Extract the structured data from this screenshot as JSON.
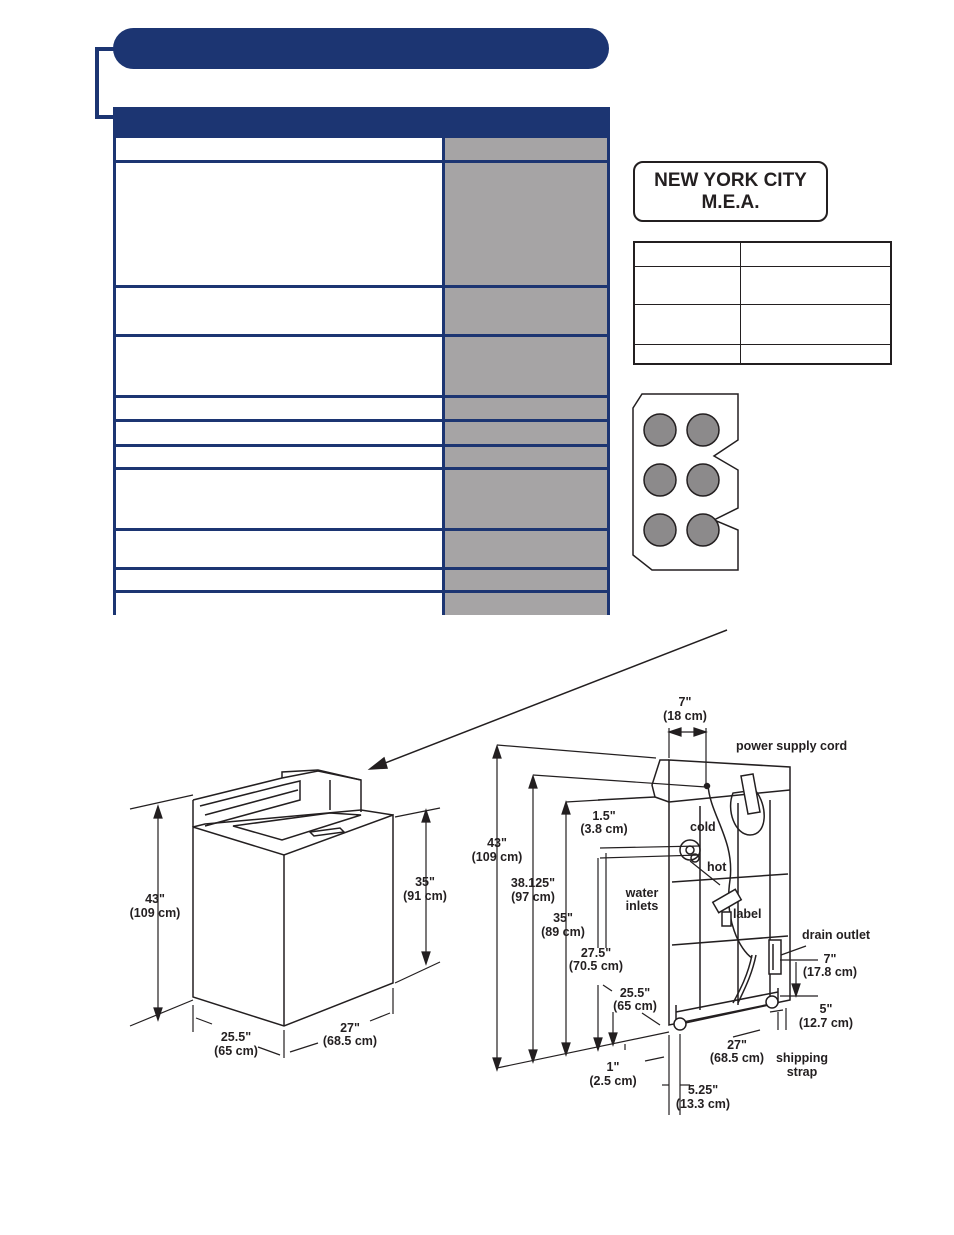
{
  "badge": {
    "line1": "NEW YORK CITY",
    "line2": "M.E.A."
  },
  "left_diagram": {
    "height_total": "43\"",
    "height_total_cm": "(109 cm)",
    "height_top": "35\"",
    "height_top_cm": "(91 cm)",
    "depth": "25.5\"",
    "depth_cm": "(65 cm)",
    "width": "27\"",
    "width_cm": "(68.5 cm)"
  },
  "right_diagram": {
    "top_offset": "7\"",
    "top_offset_cm": "(18 cm)",
    "power_cord": "power supply cord",
    "h43": "43\"",
    "h43_cm": "(109 cm)",
    "h38": "38.125\"",
    "h38_cm": "(97 cm)",
    "h35": "35\"",
    "h35_cm": "(89 cm)",
    "h1_5": "1.5\"",
    "h1_5_cm": "(3.8 cm)",
    "cold": "cold",
    "hot": "hot",
    "water_inlets_1": "water",
    "water_inlets_2": "inlets",
    "label": "label",
    "drain_outlet": "drain outlet",
    "d7": "7\"",
    "d7_cm": "(17.8 cm)",
    "h27_5": "27.5\"",
    "h27_5_cm": "(70.5 cm)",
    "h25_5": "25.5\"",
    "h25_5_cm": "(65 cm)",
    "d5": "5\"",
    "d5_cm": "(12.7 cm)",
    "w27": "27\"",
    "w27_cm": "(68.5 cm)",
    "shipping_1": "shipping",
    "shipping_2": "strap",
    "d1": "1\"",
    "d1_cm": "(2.5 cm)",
    "d5_25": "5.25\"",
    "d5_25_cm": "(13.3 cm)"
  }
}
